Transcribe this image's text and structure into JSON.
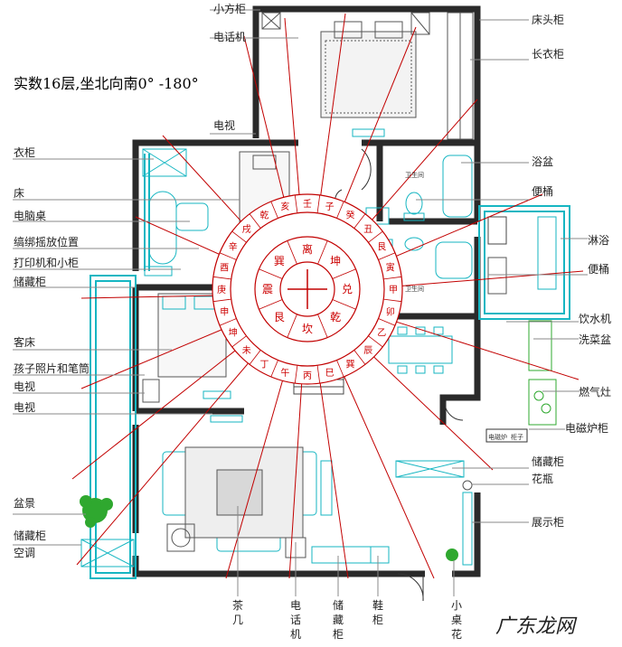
{
  "title": "实数16层,坐北向南0° -180°",
  "labels_left": [
    {
      "key": "wardrobe",
      "text": "衣柜"
    },
    {
      "key": "bed",
      "text": "床"
    },
    {
      "key": "computer_desk",
      "text": "电脑桌"
    },
    {
      "key": "yarn",
      "text": "缟绑摇放位置"
    },
    {
      "key": "printer",
      "text": "打印机和小柜"
    },
    {
      "key": "storage",
      "text": "储藏柜"
    },
    {
      "key": "guest_bed",
      "text": "客床"
    },
    {
      "key": "photos",
      "text": "孩子照片和笔筒"
    },
    {
      "key": "tv1",
      "text": "电视"
    },
    {
      "key": "tv2",
      "text": "电视"
    },
    {
      "key": "bonsai",
      "text": "盆景"
    },
    {
      "key": "storage2",
      "text": "储藏柜"
    },
    {
      "key": "ac",
      "text": "空调"
    }
  ],
  "labels_top": [
    {
      "key": "small_cabinet",
      "text": "小方柜"
    },
    {
      "key": "phone",
      "text": "电话机"
    },
    {
      "key": "tv_top",
      "text": "电视"
    }
  ],
  "labels_right": [
    {
      "key": "bedside",
      "text": "床头柜"
    },
    {
      "key": "long_wardrobe",
      "text": "长衣柜"
    },
    {
      "key": "bathtub",
      "text": "浴盆"
    },
    {
      "key": "toilet",
      "text": "便桶"
    },
    {
      "key": "shower",
      "text": "淋浴"
    },
    {
      "key": "toilet2",
      "text": "便桶"
    },
    {
      "key": "water",
      "text": "饮水机"
    },
    {
      "key": "sink",
      "text": "洗菜盆"
    },
    {
      "key": "gas",
      "text": "燃气灶"
    },
    {
      "key": "induction",
      "text": "电磁炉柜"
    },
    {
      "key": "storage_r",
      "text": "储藏柜"
    },
    {
      "key": "vase",
      "text": "花瓶"
    },
    {
      "key": "display",
      "text": "展示柜"
    }
  ],
  "labels_bottom": [
    {
      "key": "tea",
      "text": "茶几"
    },
    {
      "key": "phone_b",
      "text": "电话机"
    },
    {
      "key": "storage_b",
      "text": "储藏柜"
    },
    {
      "key": "shoe",
      "text": "鞋柜"
    },
    {
      "key": "small_table",
      "text": "小桌花"
    }
  ],
  "compass_ring": [
    "丙",
    "午",
    "丁",
    "未",
    "坤",
    "申",
    "庚",
    "酉",
    "辛",
    "戌",
    "乾",
    "亥",
    "壬",
    "子",
    "癸",
    "丑",
    "艮",
    "寅",
    "甲",
    "卯",
    "乙",
    "辰",
    "巽",
    "巳"
  ],
  "compass_inner": [
    "离",
    "坤",
    "兑",
    "乾",
    "坎",
    "艮",
    "震",
    "巽"
  ],
  "room_tags": {
    "bath1": "卫生间",
    "bath2": "卫生间",
    "kitchen_tag1": "电磁炉",
    "kitchen_tag2": "柜子"
  },
  "watermark": "广东龙网",
  "colors": {
    "wall": "#2a2a2a",
    "cyan": "#16b6c2",
    "red": "#c20000",
    "green": "#2fa82f",
    "grey": "#888888"
  }
}
